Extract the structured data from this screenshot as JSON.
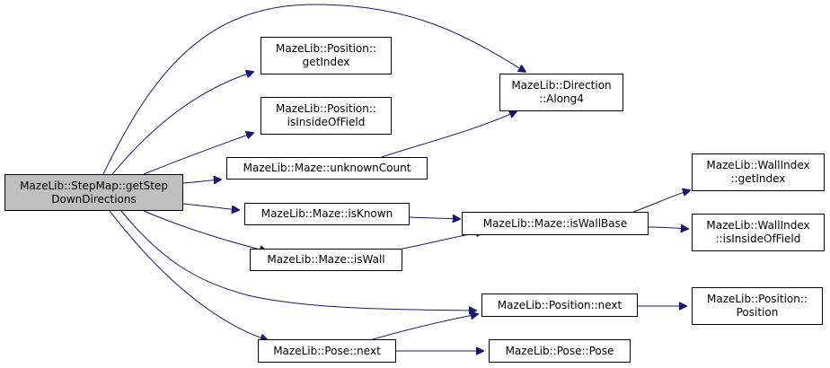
{
  "diagram": {
    "type": "call-graph",
    "colors": {
      "edge": "#191970",
      "root_fill": "#bfbfbf",
      "node_fill": "#ffffff",
      "border": "#000000"
    },
    "nodes": [
      {
        "id": "root",
        "label": "MazeLib::StepMap::getStep\nDownDirections"
      },
      {
        "id": "pos_getIndex",
        "label": "MazeLib::Position::\ngetIndex"
      },
      {
        "id": "dir_along4",
        "label": "MazeLib::Direction\n::Along4"
      },
      {
        "id": "pos_isInside",
        "label": "MazeLib::Position::\nisInsideOfField"
      },
      {
        "id": "maze_unknown",
        "label": "MazeLib::Maze::unknownCount"
      },
      {
        "id": "wi_getIndex",
        "label": "MazeLib::WallIndex\n::getIndex"
      },
      {
        "id": "maze_isKnown",
        "label": "MazeLib::Maze::isKnown"
      },
      {
        "id": "maze_isWallBase",
        "label": "MazeLib::Maze::isWallBase"
      },
      {
        "id": "wi_isInside",
        "label": "MazeLib::WallIndex\n::isInsideOfField"
      },
      {
        "id": "maze_isWall",
        "label": "MazeLib::Maze::isWall"
      },
      {
        "id": "pos_next",
        "label": "MazeLib::Position::next"
      },
      {
        "id": "pos_ctor",
        "label": "MazeLib::Position::\nPosition"
      },
      {
        "id": "pose_next",
        "label": "MazeLib::Pose::next"
      },
      {
        "id": "pose_ctor",
        "label": "MazeLib::Pose::Pose"
      }
    ],
    "edges": [
      {
        "from": "root",
        "to": "dir_along4"
      },
      {
        "from": "root",
        "to": "pos_getIndex"
      },
      {
        "from": "root",
        "to": "pos_isInside"
      },
      {
        "from": "root",
        "to": "maze_unknown"
      },
      {
        "from": "root",
        "to": "maze_isKnown"
      },
      {
        "from": "root",
        "to": "maze_isWall"
      },
      {
        "from": "root",
        "to": "pos_next"
      },
      {
        "from": "root",
        "to": "pose_next"
      },
      {
        "from": "maze_unknown",
        "to": "dir_along4"
      },
      {
        "from": "maze_isKnown",
        "to": "maze_isWallBase"
      },
      {
        "from": "maze_isWall",
        "to": "maze_isWallBase"
      },
      {
        "from": "maze_isWallBase",
        "to": "wi_getIndex"
      },
      {
        "from": "maze_isWallBase",
        "to": "wi_isInside"
      },
      {
        "from": "pos_next",
        "to": "pos_ctor"
      },
      {
        "from": "pose_next",
        "to": "pos_next"
      },
      {
        "from": "pose_next",
        "to": "pose_ctor"
      }
    ]
  }
}
